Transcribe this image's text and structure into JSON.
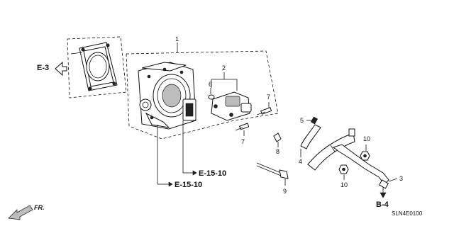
{
  "diagram": {
    "callouts": {
      "p1": "1",
      "p2": "2",
      "p3": "3",
      "p4": "4",
      "p5": "5",
      "p6": "6",
      "p7a": "7",
      "p7b": "7",
      "p8": "8",
      "p9": "9",
      "p10a": "10",
      "p10b": "10"
    },
    "references": {
      "e3": "E-3",
      "e1510a": "E-15-10",
      "e1510b": "E-15-10",
      "b4": "B-4"
    },
    "front_marker": "FR.",
    "diagram_code": "SLN4E0100"
  }
}
